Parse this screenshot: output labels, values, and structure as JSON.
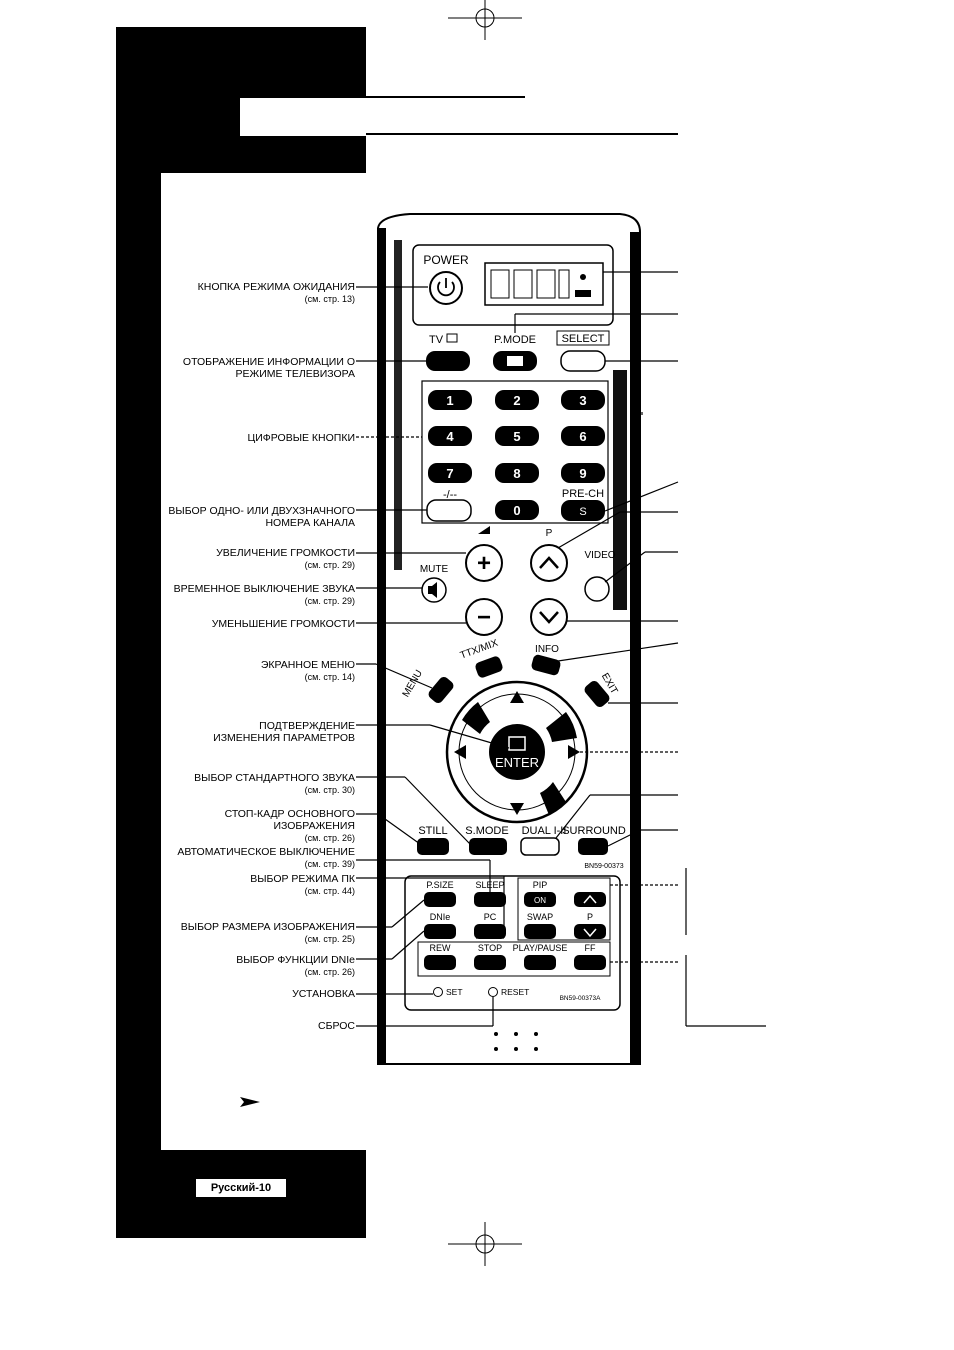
{
  "page": {
    "label": "Русский-10"
  },
  "remote": {
    "power_label": "POWER",
    "tv_label": "TV",
    "pmode_label": "P.MODE",
    "select_label": "SELECT",
    "digits": [
      "1",
      "2",
      "3",
      "4",
      "5",
      "6",
      "7",
      "8",
      "9",
      "0"
    ],
    "dash_label": "-/--",
    "prech_label": "PRE-CH",
    "p_label": "P",
    "video_label": "VIDEO",
    "mute_label": "MUTE",
    "ttx_label": "TTX/MIX",
    "info_label": "INFO",
    "menu_label": "MENU",
    "exit_label": "EXIT",
    "enter_label": "ENTER",
    "still_label": "STILL",
    "smode_label": "S.MODE",
    "dual_label": "DUAL I-II",
    "surround_label": "SURROUND",
    "model_label_1": "BN59-00373",
    "psize_label": "P.SIZE",
    "sleep_label": "SLEEP",
    "pip_label": "PIP",
    "dnie_label": "DNIe",
    "pc_label": "PC",
    "swap_label": "SWAP",
    "p2_label": "P",
    "on_label": "ON",
    "rew_label": "REW",
    "stop_label": "STOP",
    "playpause_label": "PLAY/PAUSE",
    "ff_label": "FF",
    "set_label": "SET",
    "reset_label": "RESET",
    "model_label_2": "BN59-00373A"
  },
  "callouts": [
    {
      "text": "КНОПКА РЕЖИМА ОЖИДАНИЯ",
      "ref": "(см. стр. 13)"
    },
    {
      "text": "ОТОБРАЖЕНИЕ ИНФОРМАЦИИ О",
      "text2": "РЕЖИМЕ ТЕЛЕВИЗОРА"
    },
    {
      "text": "ЦИФРОВЫЕ КНОПКИ"
    },
    {
      "text": "ВЫБОР ОДНО- ИЛИ ДВУХЗНАЧНОГО",
      "text2": "НОМЕРА КАНАЛА"
    },
    {
      "text": "УВЕЛИЧЕНИЕ ГРОМКОСТИ",
      "ref": "(см. стр. 29)"
    },
    {
      "text": "ВРЕМЕННОЕ ВЫКЛЮЧЕНИЕ ЗВУКА",
      "ref": "(см. стр. 29)"
    },
    {
      "text": "УМЕНЬШЕНИЕ ГРОМКОСТИ"
    },
    {
      "text": "ЭКРАННОЕ МЕНЮ",
      "ref": "(см. стр. 14)"
    },
    {
      "text": "ПОДТВЕРЖДЕНИЕ",
      "text2": "ИЗМЕНЕНИЯ ПАРАМЕТРОВ"
    },
    {
      "text": "ВЫБОР СТАНДАРТНОГО ЗВУКА",
      "ref": "(см. стр. 30)"
    },
    {
      "text": "СТОП-КАДР ОСНОВНОГО",
      "text2": "ИЗОБРАЖЕНИЯ",
      "ref": "(см. стр. 26)"
    },
    {
      "text": "АВТОМАТИЧЕСКОЕ ВЫКЛЮЧЕНИЕ",
      "ref": "(см. стр. 39)"
    },
    {
      "text": "ВЫБОР РЕЖИМА ПК",
      "ref": "(см. стр. 44)"
    },
    {
      "text": "ВЫБОР РАЗМЕРА ИЗОБРАЖЕНИЯ",
      "ref": "(см. стр. 25)"
    },
    {
      "text": "ВЫБОР ФУНКЦИИ DNIe",
      "ref": "(см. стр. 26)"
    },
    {
      "text": "УСТАНОВКА"
    },
    {
      "text": "СБРОС"
    }
  ]
}
